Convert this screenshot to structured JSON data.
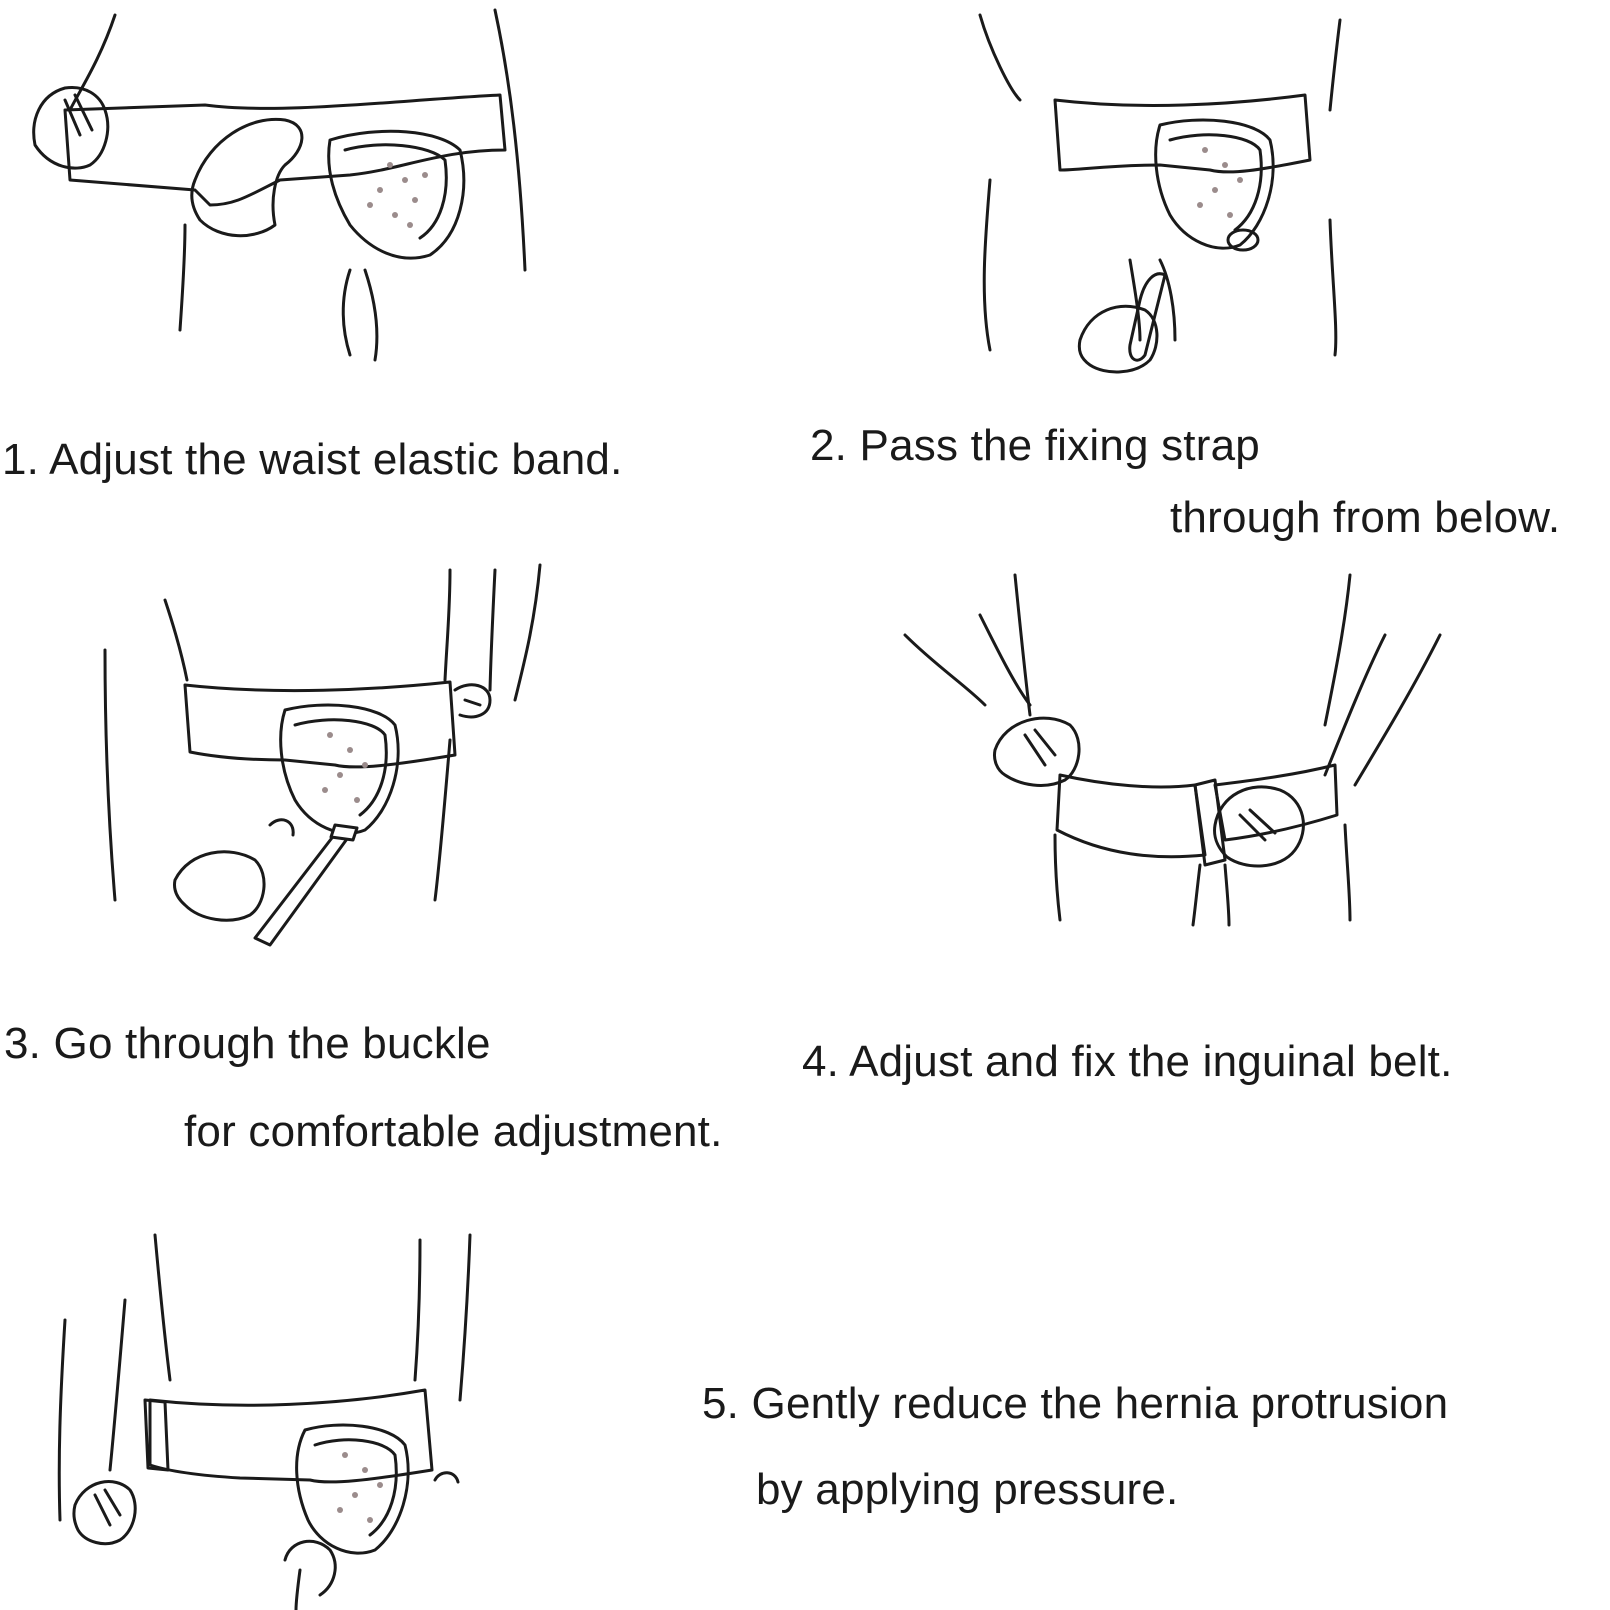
{
  "steps": [
    {
      "id": "step1",
      "line1": "1. Adjust the waist elastic band.",
      "line2": ""
    },
    {
      "id": "step2",
      "line1": "2. Pass the fixing strap",
      "line2": "through from below."
    },
    {
      "id": "step3",
      "line1": "3. Go through the buckle",
      "line2": "for comfortable adjustment."
    },
    {
      "id": "step4",
      "line1": "4. Adjust and fix the inguinal belt.",
      "line2": ""
    },
    {
      "id": "step5",
      "line1": "5. Gently reduce the hernia protrusion",
      "line2": "by applying pressure."
    }
  ],
  "colors": {
    "ink": "#1a1a1a",
    "belt_fill": "#f1e6e6",
    "belt_stroke": "#6e6262",
    "pad_fill": "#f6eeee",
    "background": "#ffffff"
  },
  "icons": [
    "hernia-belt-waist-illustration",
    "hernia-belt-strap-illustration",
    "hernia-belt-buckle-illustration",
    "hernia-belt-fix-illustration",
    "hernia-belt-reduce-illustration"
  ]
}
